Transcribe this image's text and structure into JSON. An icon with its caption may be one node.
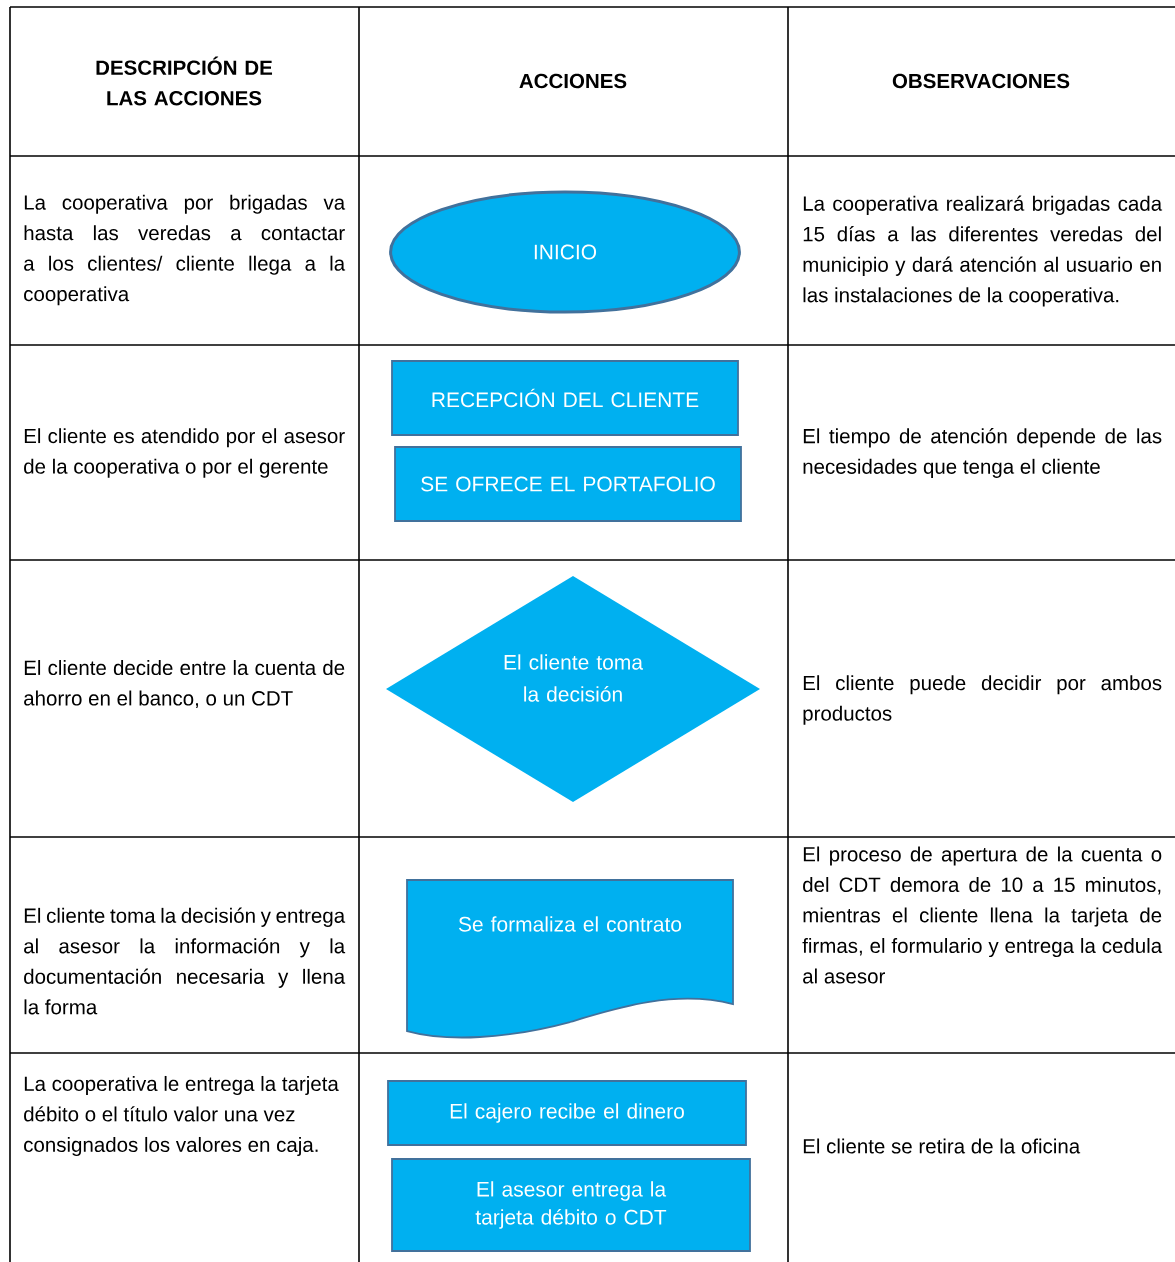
{
  "diagram": {
    "nodes": [
      {
        "text": [
          "INICIO"
        ]
      },
      {
        "text": [
          "RECEPCIÓN DEL CLIENTE"
        ]
      },
      {
        "text": [
          "SE OFRECE EL PORTAFOLIO"
        ]
      },
      {
        "text": [
          "El cliente toma la decisión"
        ]
      },
      {
        "text": [
          "Se formaliza el contrato"
        ]
      },
      {
        "text": [
          "El cajero recibe el dinero"
        ]
      },
      {
        "text": [
          "El asesor entrega la tarjeta débito o CDT"
        ]
      }
    ],
    "edges": [],
    "labels": [
      "DESCRIPCIÓN DE LAS ACCIONES",
      "ACCIONES",
      "OBSERVACIONES",
      "La cooperativa por brigadas va hasta las veredas a contactar a los clientes/ cliente llega a la cooperativa",
      "La cooperativa realizará brigadas cada 15 días a las diferentes veredas del municipio y dará atención al usuario en las instalaciones de la cooperativa.",
      "El cliente es atendido por el asesor de la cooperativa o por el gerente",
      "El tiempo de atención depende de las necesidades que tenga el cliente",
      "El cliente decide entre la cuenta de ahorro en el banco, o un CDT",
      "El cliente puede decidir por ambos productos",
      "El cliente toma la decisión y entrega al asesor la información y la documentación necesaria y llena la forma",
      "El proceso de apertura de la cuenta o del CDT demora de 10 a 15 minutos, mientras el cliente llena la tarjeta de firmas, el formulario y entrega la cedula al asesor",
      "La cooperativa le entrega la tarjeta débito o el título valor una vez consignados los valores en caja.",
      "El cliente se retira de la oficina"
    ]
  }
}
